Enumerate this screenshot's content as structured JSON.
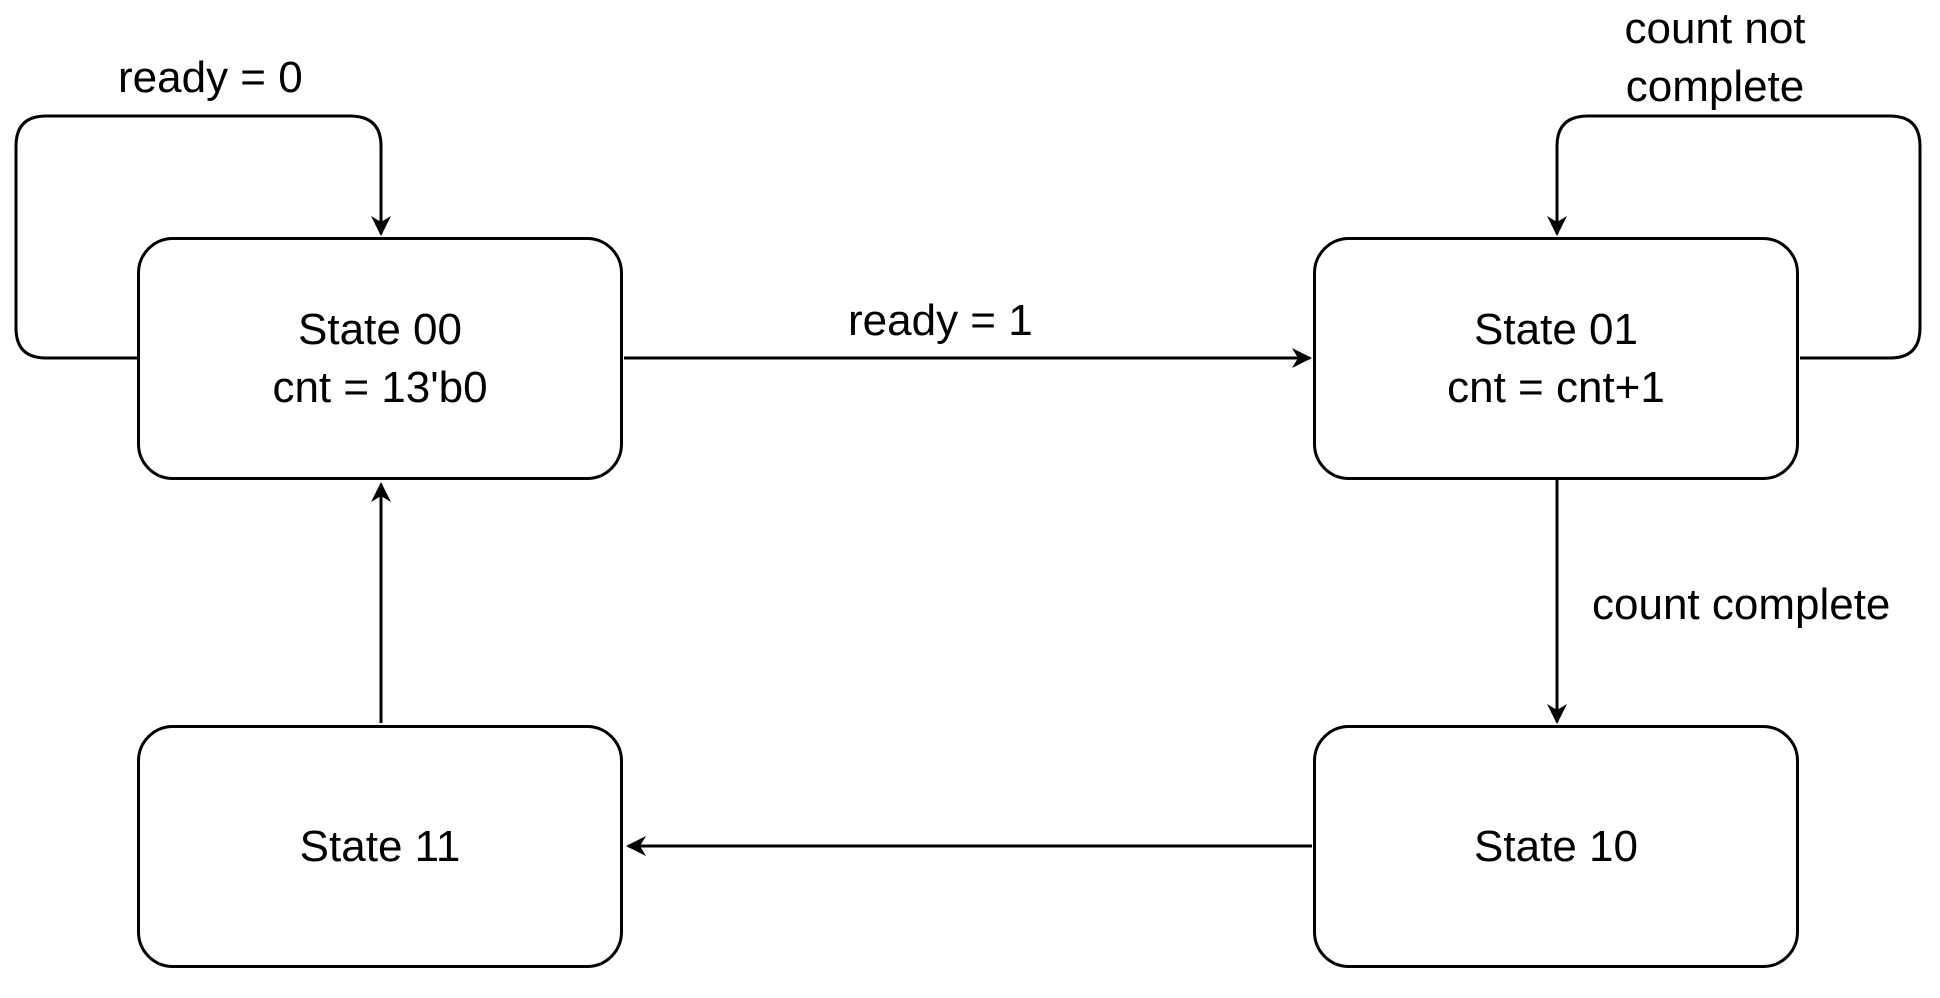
{
  "states": {
    "s00": {
      "name": "State 00",
      "action": "cnt = 13'b0"
    },
    "s01": {
      "name": "State 01",
      "action": "cnt = cnt+1"
    },
    "s10": {
      "name": "State 10"
    },
    "s11": {
      "name": "State 11"
    }
  },
  "transitions": {
    "s00_self": "ready = 0",
    "s00_to_s01": "ready = 1",
    "s01_self_line1": "count not",
    "s01_self_line2": "complete",
    "s01_to_s10": "count complete"
  },
  "colors": {
    "stroke": "#000000",
    "background": "#ffffff"
  }
}
